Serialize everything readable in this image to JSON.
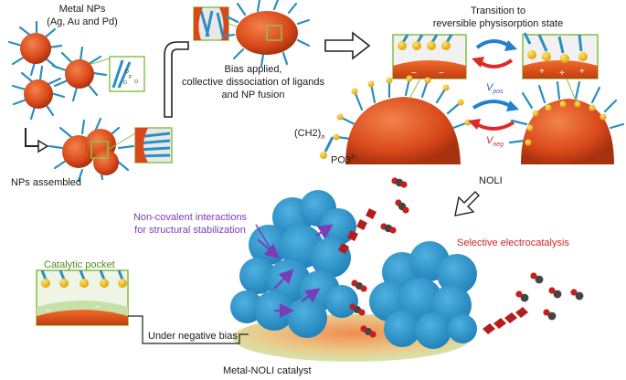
{
  "labels": {
    "metal_nps": "Metal NPs",
    "metal_types": "(Ag, Au and Pd)",
    "nps_assembled": "NPs assembled",
    "bias_line1": "Bias applied,",
    "bias_line2": "collective dissociation of ligands",
    "bias_line3": "and NP fusion",
    "transition_line1": "Transition to",
    "transition_line2": "reversible physisorption state",
    "v_symbol": "V",
    "pos_subscript": "pos",
    "neg_subscript": "neg",
    "ch2": "(CH2)",
    "n_subscript": "n",
    "po3": "PO3",
    "po3_charge": "2−",
    "noli": "NOLI",
    "noncovalent_line1": "Non-covalent interactions",
    "noncovalent_line2": "for structural stabilization",
    "selective": "Selective electrocatalysis",
    "catalytic_pocket": "Catalytic pocket",
    "negative_bias": "Under negative bias",
    "catalyst": "Metal-NOLI catalyst",
    "minus_sign": "−",
    "plus_sign": "+"
  },
  "colors": {
    "nanoparticle": "#d9481a",
    "ligand": "#2a8fc0",
    "headgroup": "#e0a600",
    "zoom_frame": "#8bc34a",
    "vpos": "#1f7fd0",
    "vneg": "#e02a2a",
    "interaction": "#7a3db8",
    "electrocatalysis": "#d42424",
    "pocket_label": "#4f8a1e"
  },
  "icons": [
    "hook-arrow",
    "bracket-arrow",
    "right-arrow",
    "exchange-arrows",
    "noli-arrow",
    "co2-molecule",
    "co-molecule",
    "chevrons"
  ]
}
